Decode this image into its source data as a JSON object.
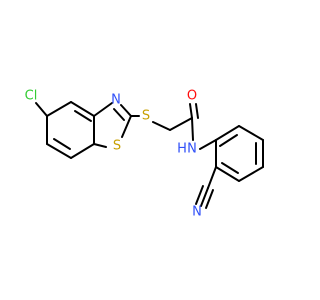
{
  "molecule": {
    "atoms": {
      "cl": {
        "symbol": "Cl",
        "color": "#33cc33"
      },
      "n_thiazole": {
        "symbol": "N",
        "color": "#3050f8"
      },
      "s_ring": {
        "symbol": "S",
        "color": "#c8a000"
      },
      "s_thioether": {
        "symbol": "S",
        "color": "#c8a000"
      },
      "o_carbonyl": {
        "symbol": "O",
        "color": "#ff0d0d"
      },
      "n_amide": {
        "symbol": "N",
        "color": "#3050f8"
      },
      "h_amide": {
        "symbol": "H",
        "color": "#3050f8"
      },
      "n_nitrile": {
        "symbol": "N",
        "color": "#3050f8"
      }
    }
  }
}
